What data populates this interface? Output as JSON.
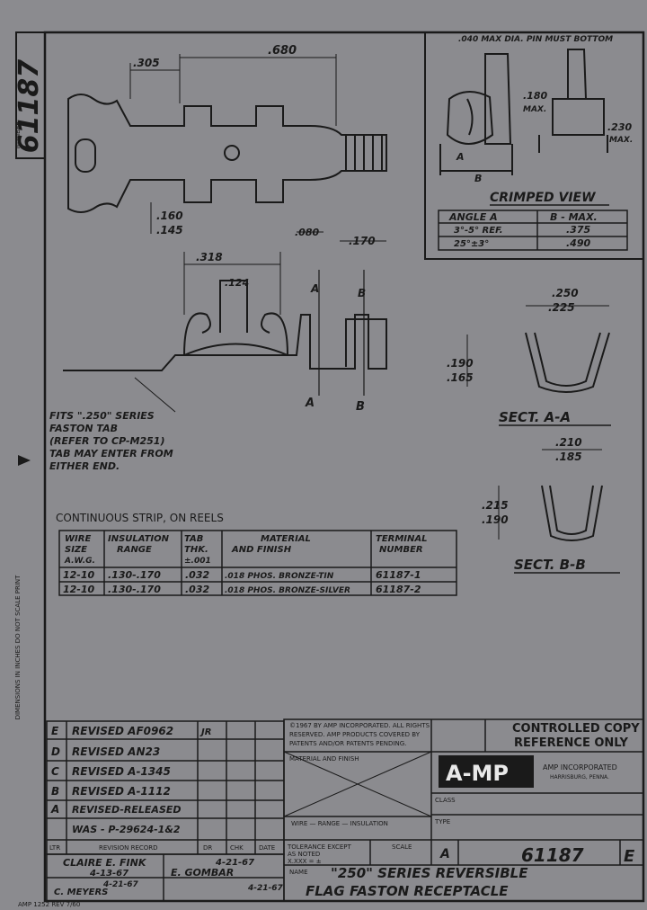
{
  "side": {
    "number": "61187",
    "label": "NUMBER",
    "note": "DIMENSIONS IN INCHES   DO NOT SCALE PRINT"
  },
  "crimped": {
    "pin_note": ".040 MAX DIA. PIN MUST BOTTOM",
    "label_a": "A",
    "label_b": "B",
    "dim1": ".180",
    "dim2": ".230",
    "max": "MAX.",
    "title": "CRIMPED VIEW",
    "table": {
      "head_angle": "ANGLE A",
      "head_b": "B - MAX.",
      "r1_angle": "3°-5° REF.",
      "r1_b": ".375",
      "r2_angle": "25°±3°",
      "r2_b": ".490"
    }
  },
  "top_view": {
    "dim1": ".305",
    "dim2": ".680",
    "dim3": ".160",
    "dim4": ".145"
  },
  "side_view": {
    "dim1": ".318",
    "dim2": ".124",
    "dim3": ".080",
    "dim4": ".170",
    "a": "A",
    "b": "B"
  },
  "notes": {
    "fits": [
      "FITS \".250\" SERIES",
      "FASTON TAB",
      "(REFER TO CP-M251)",
      "TAB MAY ENTER FROM",
      "EITHER END."
    ],
    "strip": "CONTINUOUS STRIP, ON REELS"
  },
  "sect_a": {
    "dim1": ".250",
    "dim2": ".225",
    "dim3": ".190",
    "dim4": ".165",
    "title": "SECT. A-A"
  },
  "sect_b": {
    "dim1": ".210",
    "dim2": ".185",
    "dim3": ".215",
    "dim4": ".190",
    "title": "SECT. B-B"
  },
  "terminal_table": {
    "headers": [
      [
        "WIRE",
        "SIZE",
        "A.W.G."
      ],
      [
        "INSULATION",
        "RANGE"
      ],
      [
        "TAB",
        "THK.",
        "±.001"
      ],
      [
        "MATERIAL",
        "AND        FINISH"
      ],
      [
        "TERMINAL",
        "NUMBER"
      ]
    ],
    "rows": [
      [
        "12-10",
        ".130-.170",
        ".032",
        ".018 PHOS. BRONZE-TIN",
        "61187-1"
      ],
      [
        "12-10",
        ".130-.170",
        ".032",
        ".018 PHOS. BRONZE-SILVER",
        "61187-2"
      ]
    ]
  },
  "revisions": [
    {
      "ltr": "E",
      "desc": "REVISED   AF0962",
      "dr": "JR"
    },
    {
      "ltr": "D",
      "desc": "REVISED        AN23"
    },
    {
      "ltr": "C",
      "desc": "REVISED   A-1345"
    },
    {
      "ltr": "B",
      "desc": "REVISED     A-1112"
    },
    {
      "ltr": "A",
      "desc": "REVISED-RELEASED"
    },
    {
      "ltr": "",
      "desc": "WAS - P-29624-1&2"
    }
  ],
  "revision_headers": {
    "ltr": "LTR",
    "record": "REVISION RECORD",
    "dr": "DR",
    "chk": "CHK",
    "date": "DATE"
  },
  "signoff": {
    "drawn": "CLAIRE E. FINK",
    "drawn_date": "4-13-67",
    "design": "E. GOMBAR",
    "design_date": "4-21-67",
    "checked": "C. MEYERS",
    "checked_date": "4-21-67",
    "approved_date": "4-21-67"
  },
  "form": {
    "number": "AMP 1252  REV 7/60"
  },
  "title_block": {
    "copyright": [
      "©1967 BY AMP INCORPORATED. ALL RIGHTS",
      "RESERVED. AMP PRODUCTS COVERED BY",
      "PATENTS AND/OR PATENTS PENDING."
    ],
    "stamp": [
      "CONTROLLED COPY",
      "REFERENCE ONLY"
    ],
    "material_label": "MATERIAL AND FINISH",
    "logo": "A-MP",
    "company": "AMP INCORPORATED",
    "location": "HARRISBURG, PENNA.",
    "class_label": "CLASS",
    "type_label": "TYPE",
    "wire_label": "WIRE  —  RANGE  —  INSULATION",
    "tolerance": [
      "TOLERANCE EXCEPT",
      "AS NOTED",
      "X.XXX = ±"
    ],
    "scale_label": "SCALE",
    "size": "A",
    "drawing_no": "61187",
    "rev": "E",
    "name_label": "NAME",
    "title": [
      "\"250\" SERIES REVERSIBLE",
      "FLAG FASTON RECEPTACLE"
    ]
  }
}
